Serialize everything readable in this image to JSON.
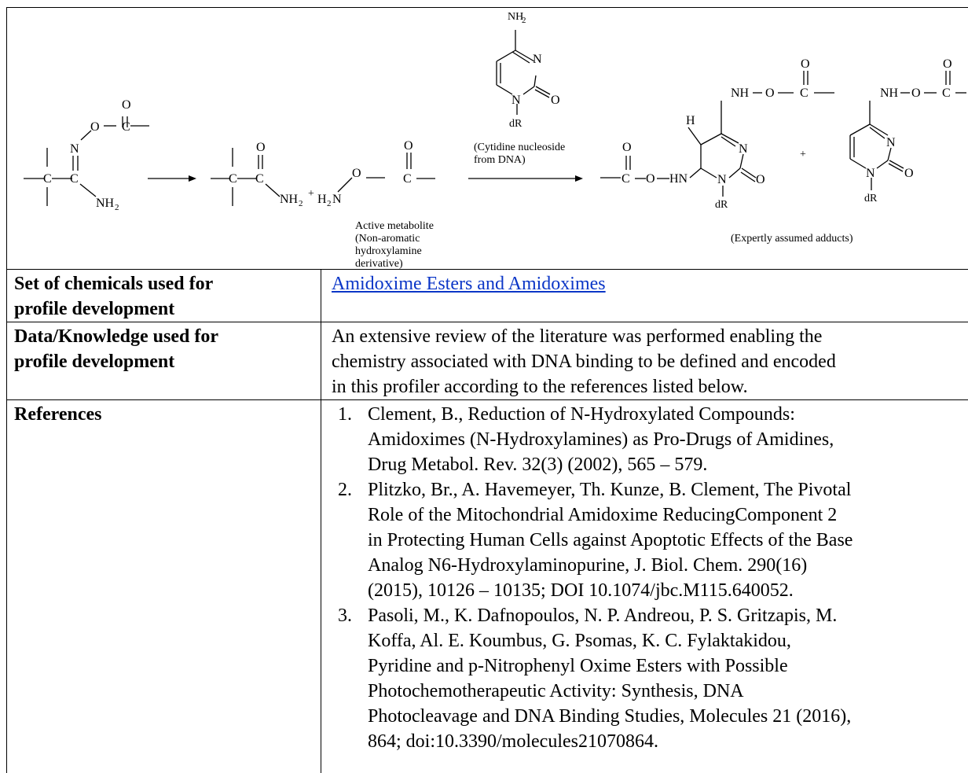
{
  "scheme": {
    "reactant": {
      "atoms": [
        "O",
        "O",
        "C",
        "N",
        "C",
        "C",
        "NH",
        "2"
      ]
    },
    "product_amide": {
      "atoms": [
        "O",
        "C",
        "C",
        "NH",
        "2"
      ]
    },
    "plus_1": "+",
    "hydroxylamine": {
      "atoms": [
        "O",
        "O",
        "C",
        "H",
        "2",
        "N"
      ]
    },
    "active_metabolite_lines": [
      "Active metabolite",
      "(Non-aromatic",
      "hydroxylamine",
      "derivative)"
    ],
    "cytidine": {
      "atoms": [
        "NH",
        "2",
        "N",
        "N",
        "O",
        "dR"
      ],
      "caption_lines": [
        "(Cytidine nucleoside",
        "from DNA)"
      ]
    },
    "adduct1": {
      "atoms": [
        "O",
        "C",
        "O",
        "HN",
        "H",
        "NH",
        "O",
        "O",
        "C",
        "N",
        "N",
        "O",
        "dR"
      ]
    },
    "plus_2": "+",
    "adduct2": {
      "atoms": [
        "NH",
        "O",
        "O",
        "C",
        "N",
        "N",
        "O",
        "dR"
      ]
    },
    "adducts_caption": "(Expertly assumed adducts)"
  },
  "table": {
    "row_set": {
      "label_line1": "Set of chemicals used for",
      "label_line2": "profile development",
      "link_text": "Amidoxime Esters and Amidoximes"
    },
    "row_data": {
      "label_line1": "Data/Knowledge used for",
      "label_line2": "profile development",
      "lines": [
        "An extensive review of the literature was performed enabling the",
        "chemistry associated with DNA binding to be defined and encoded",
        "in this profiler according to the references listed below."
      ]
    },
    "row_refs": {
      "label": "References",
      "items": [
        {
          "num": "1.",
          "lines": [
            "Clement, B., Reduction of N-Hydroxylated Compounds:",
            "Amidoximes (N-Hydroxylamines) as Pro-Drugs of Amidines,",
            "Drug Metabol. Rev. 32(3) (2002), 565 – 579."
          ]
        },
        {
          "num": "2.",
          "lines": [
            "Plitzko, Br., A. Havemeyer, Th. Kunze, B. Clement, The Pivotal",
            "Role of the Mitochondrial Amidoxime ReducingComponent 2",
            "in Protecting Human Cells against Apoptotic Effects of the Base",
            "Analog N6-Hydroxylaminopurine, J. Biol. Chem. 290(16)",
            "(2015), 10126 – 10135; DOI 10.1074/jbc.M115.640052."
          ]
        },
        {
          "num": "3.",
          "lines": [
            "Pasoli, M., K. Dafnopoulos, N. P. Andreou, P. S. Gritzapis, M.",
            "Koffa, Al. E. Koumbus, G. Psomas, K. C. Fylaktakidou,",
            "Pyridine and p-Nitrophenyl Oxime Esters with Possible",
            "Photochemotherapeutic Activity: Synthesis, DNA",
            "Photocleavage and DNA Binding Studies, Molecules 21 (2016),",
            "864; doi:10.3390/molecules21070864."
          ]
        }
      ]
    }
  }
}
